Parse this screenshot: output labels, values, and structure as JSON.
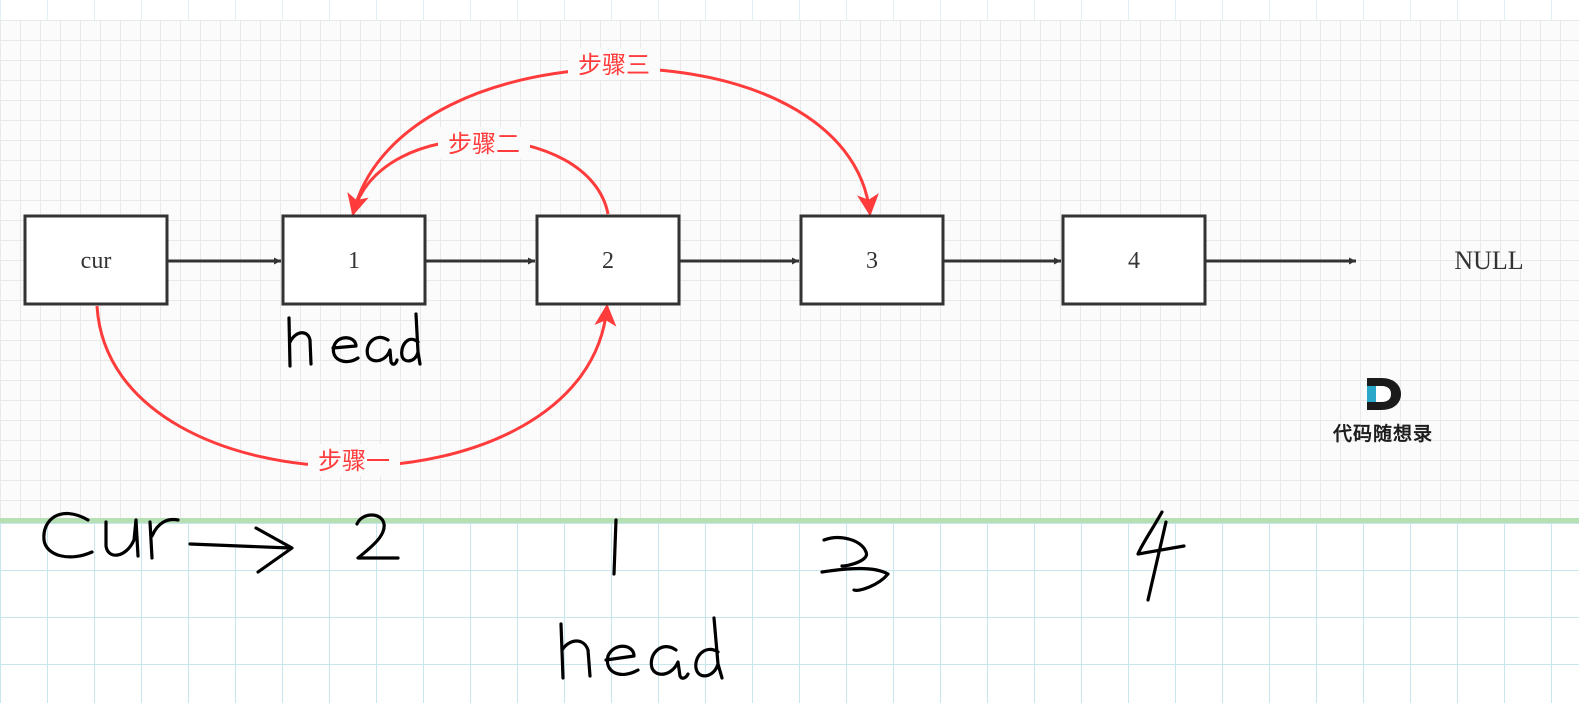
{
  "diagram": {
    "nodes": [
      {
        "id": "cur",
        "label": "cur"
      },
      {
        "id": "n1",
        "label": "1"
      },
      {
        "id": "n2",
        "label": "2"
      },
      {
        "id": "n3",
        "label": "3"
      },
      {
        "id": "n4",
        "label": "4"
      }
    ],
    "null_label": "NULL",
    "edges": [
      {
        "from": "cur",
        "to": "n1"
      },
      {
        "from": "n1",
        "to": "n2"
      },
      {
        "from": "n2",
        "to": "n3"
      },
      {
        "from": "n3",
        "to": "n4"
      },
      {
        "from": "n4",
        "to": "NULL"
      }
    ],
    "steps": [
      {
        "label": "步骤一",
        "from": "cur",
        "to": "n2"
      },
      {
        "label": "步骤二",
        "from": "n2",
        "to": "n1"
      },
      {
        "label": "步骤三",
        "from": "n1",
        "to": "n3"
      }
    ],
    "colors": {
      "step_arrow": "#ff3b3b",
      "box_stroke": "#333333",
      "arrow": "#333333"
    }
  },
  "handwriting": {
    "head_label_top": "head",
    "sequence": [
      "cur",
      "->",
      "2",
      "1",
      "3",
      "4"
    ],
    "head_label_bottom": "head"
  },
  "logo": {
    "text": "代码随想录",
    "letter": "D"
  }
}
